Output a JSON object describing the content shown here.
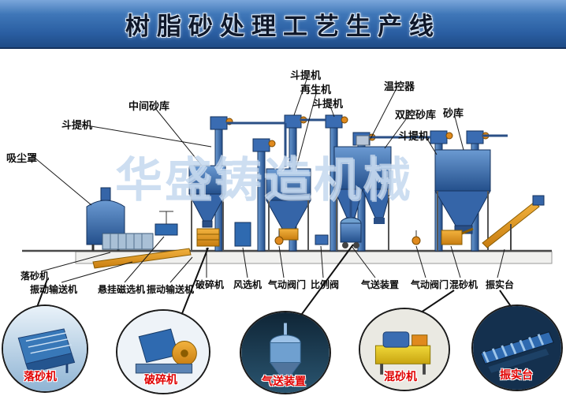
{
  "title": "树脂砂处理工艺生产线",
  "watermark": "华盛铸造机械",
  "colors": {
    "banner_blue": "#2a5ea2",
    "equipment_blue": "#2e5fa3",
    "accent_orange": "#e08a1e",
    "callout_label_red": "#e00000"
  },
  "top_labels": [
    {
      "text": "吸尘罩"
    },
    {
      "text": "斗提机"
    },
    {
      "text": "中间砂库"
    },
    {
      "text": "斗提机"
    },
    {
      "text": "再生机"
    },
    {
      "text": "斗提机"
    },
    {
      "text": "温控器"
    },
    {
      "text": "双腔砂库"
    },
    {
      "text": "砂库"
    },
    {
      "text": "斗提机"
    }
  ],
  "bottom_labels": [
    {
      "text": "落砂机"
    },
    {
      "text": "振动输送机"
    },
    {
      "text": "悬挂磁选机"
    },
    {
      "text": "振动输送机"
    },
    {
      "text": "破碎机"
    },
    {
      "text": "风选机"
    },
    {
      "text": "气动阀门"
    },
    {
      "text": "比例阀"
    },
    {
      "text": "气送装置"
    },
    {
      "text": "气动阀门"
    },
    {
      "text": "混砂机"
    },
    {
      "text": "振实台"
    }
  ],
  "callouts": [
    {
      "label": "落砂机"
    },
    {
      "label": "破碎机"
    },
    {
      "label": "气送装置"
    },
    {
      "label": "混砂机"
    },
    {
      "label": "振实台"
    }
  ]
}
